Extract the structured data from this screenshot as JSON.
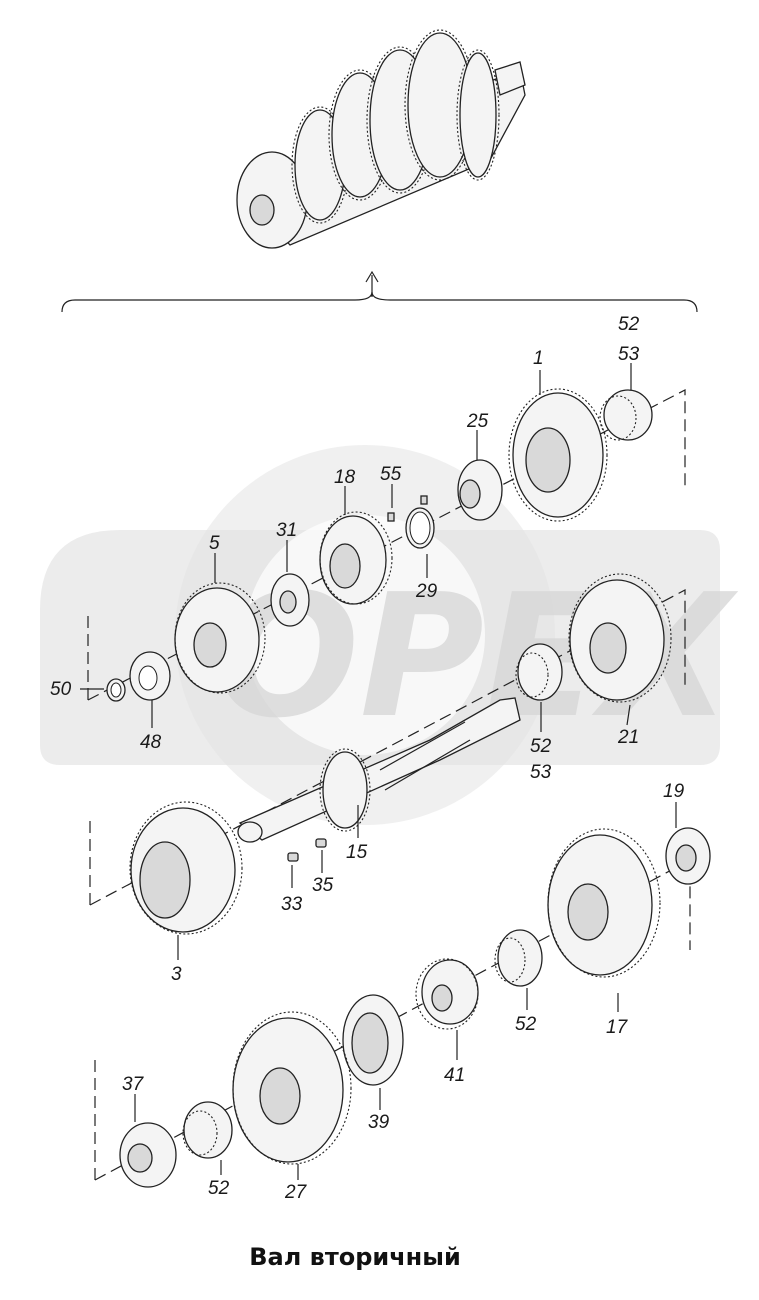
{
  "title": "Вал вторичный",
  "watermark": "OPEX",
  "labels": {
    "p1": "1",
    "p3": "3",
    "p5": "5",
    "p15": "15",
    "p17": "17",
    "p18": "18",
    "p19": "19",
    "p21": "21",
    "p25": "25",
    "p27": "27",
    "p29": "29",
    "p31": "31",
    "p33": "33",
    "p35": "35",
    "p37": "37",
    "p39": "39",
    "p41": "41",
    "p48": "48",
    "p50": "50",
    "p52a": "52",
    "p53a": "53",
    "p52b": "52",
    "p53b": "53",
    "p52c": "52",
    "p52d": "52",
    "p55": "55"
  },
  "colors": {
    "line": "#222222",
    "watermark": "#e3e3e3",
    "text": "#111111"
  }
}
